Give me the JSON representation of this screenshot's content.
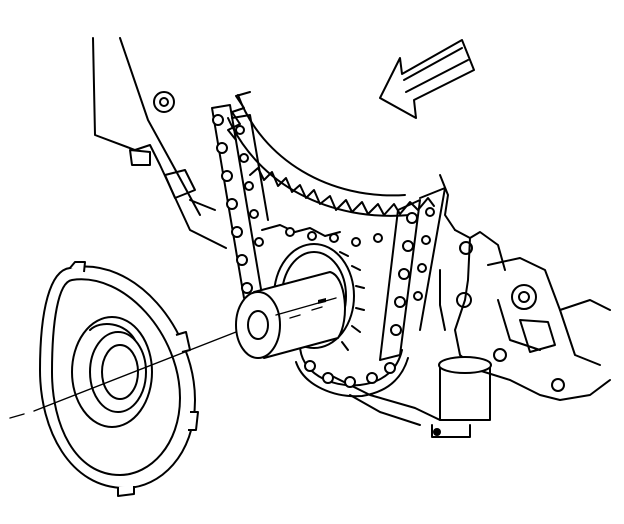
{
  "figure": {
    "labels": []
  },
  "parts": [
    {
      "id": "engine-block"
    },
    {
      "id": "timing-chain"
    },
    {
      "id": "camshaft-sprocket"
    },
    {
      "id": "crankshaft-sprocket"
    },
    {
      "id": "crankshaft-nose"
    },
    {
      "id": "oil-pump-drive"
    },
    {
      "id": "oil-slinger"
    },
    {
      "id": "centerline"
    },
    {
      "id": "direction-arrow"
    }
  ]
}
